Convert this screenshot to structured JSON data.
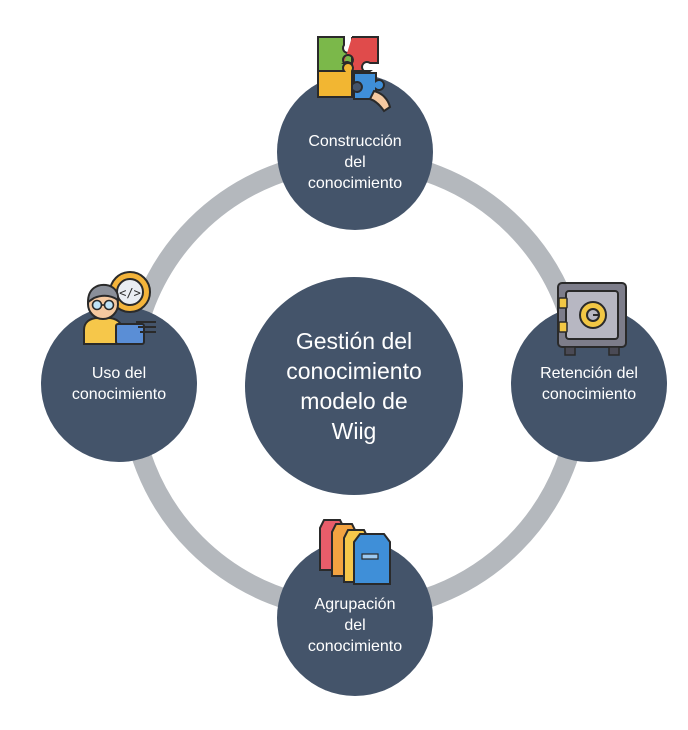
{
  "diagram": {
    "center": {
      "line1": "Gestión del",
      "line2": "conocimiento",
      "line3": "modelo de",
      "line4": "Wiig"
    },
    "nodes": {
      "top": {
        "line1": "Construcción",
        "line2": "del",
        "line3": "conocimiento",
        "icon": "puzzle-icon"
      },
      "right": {
        "line1": "Retención del",
        "line2": "conocimiento",
        "icon": "safe-icon"
      },
      "bottom": {
        "line1": "Agrupación",
        "line2": "del",
        "line3": "conocimiento",
        "icon": "folders-icon"
      },
      "left": {
        "line1": "Uso del",
        "line2": "conocimiento",
        "icon": "programmer-icon"
      }
    },
    "colors": {
      "node_fill": "#44546a",
      "ring": "#b4b8bd",
      "text": "#ffffff"
    }
  }
}
